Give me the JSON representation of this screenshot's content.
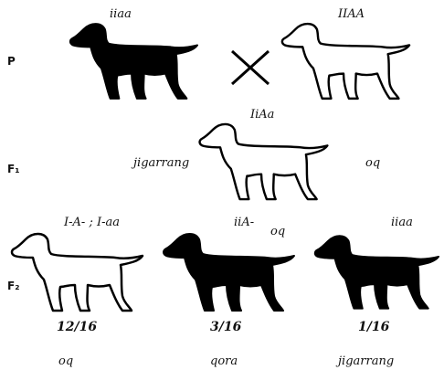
{
  "generations": {
    "p": "P",
    "f1": "F₁",
    "f2": "F₂"
  },
  "parents": {
    "left_genotype": "iiaa",
    "right_genotype": "IIAA",
    "cross_symbol": "×"
  },
  "f1": {
    "genotype": "IiAa",
    "label_left": "jigarrang",
    "label_right": "oq"
  },
  "f2": {
    "genotype_1": "I-A- ; I-aa",
    "genotype_2": "iiA-",
    "genotype_2_suffix": "oq",
    "genotype_3": "iiaa",
    "ratio_1": "12/16",
    "ratio_2": "3/16",
    "ratio_3": "1/16",
    "color_1": "oq",
    "color_2": "qora",
    "color_3": "jigarrang"
  },
  "colors": {
    "black_dog": "#000000",
    "white_dog": "#ffffff",
    "outline": "#000000"
  }
}
